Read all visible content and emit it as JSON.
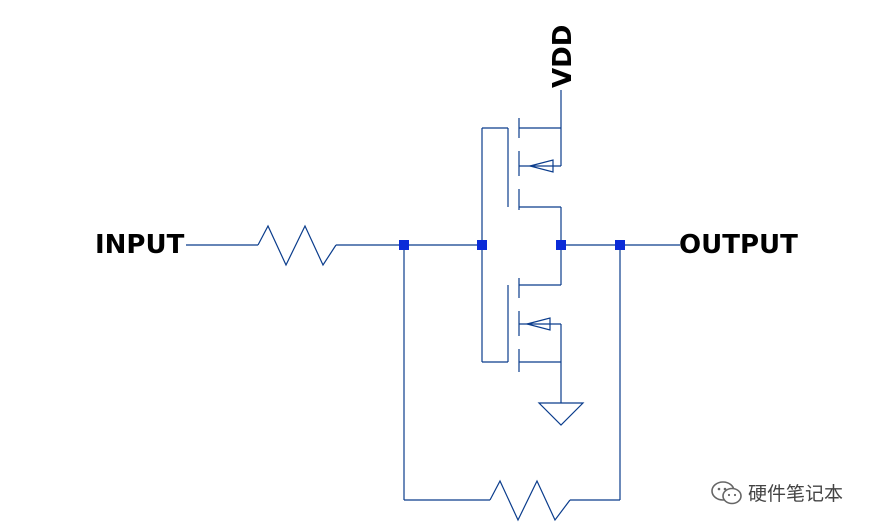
{
  "labels": {
    "input": "INPUT",
    "output": "OUTPUT",
    "supply": "VDD"
  },
  "watermark": {
    "text": "硬件笔记本",
    "icon": "wechat-icon"
  },
  "colors": {
    "wire": "#0a3c8c",
    "junction": "#0a2bd8",
    "label": "#000000",
    "background": "#ffffff"
  }
}
